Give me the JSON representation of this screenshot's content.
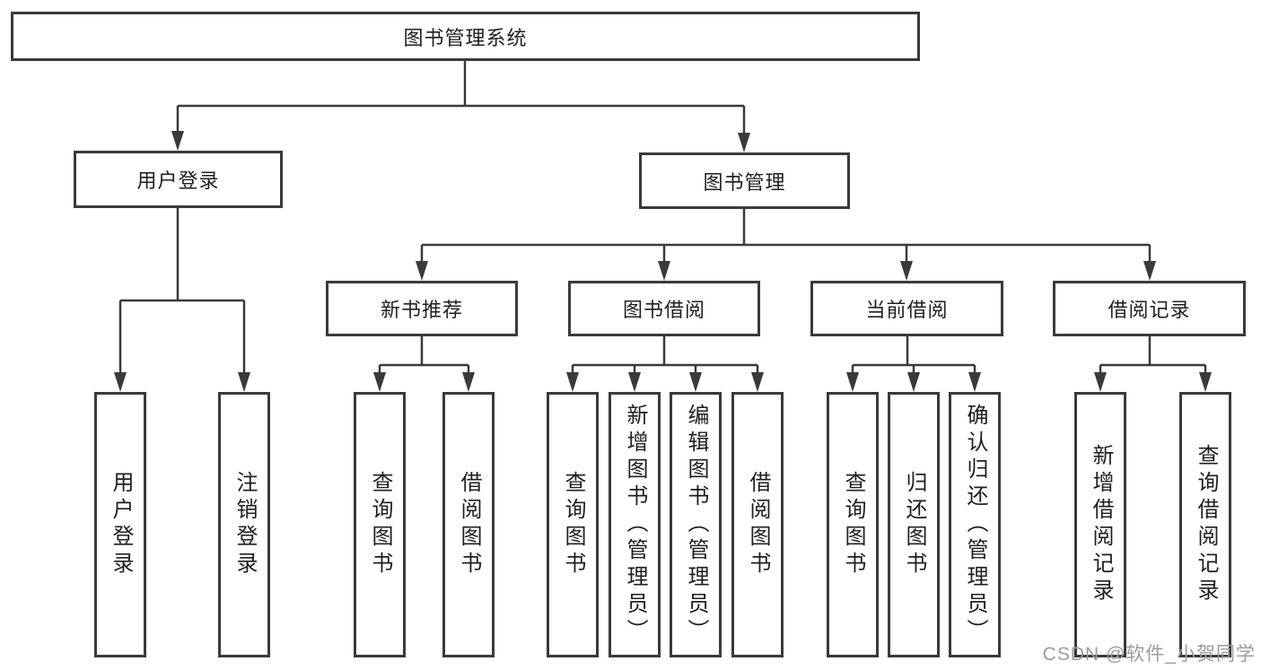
{
  "diagram": {
    "root_label": "图书管理系统",
    "branches": {
      "user_login": {
        "label": "用户登录",
        "leaves": [
          "用户登录",
          "注销登录"
        ]
      },
      "book_management": {
        "label": "图书管理",
        "sections": {
          "new_book_recommend": {
            "label": "新书推荐",
            "leaves": [
              "查询图书",
              "借阅图书"
            ]
          },
          "book_borrow": {
            "label": "图书借阅",
            "leaves": [
              "查询图书",
              "新增图书（管理员）",
              "编辑图书（管理员）",
              "借阅图书"
            ]
          },
          "current_borrow": {
            "label": "当前借阅",
            "leaves": [
              "查询图书",
              "归还图书",
              "确认归还（管理员）"
            ]
          },
          "borrow_records": {
            "label": "借阅记录",
            "leaves": [
              "新增借阅记录",
              "查询借阅记录"
            ]
          }
        }
      }
    },
    "style": {
      "line_color": "#3a3a3a",
      "text_color": "#1f1f1f",
      "box_background": "#ffffff",
      "background": "#ffffff"
    }
  },
  "watermark": {
    "text": "CSDN @软件_小贺同学",
    "color": "#9c9c9c"
  }
}
